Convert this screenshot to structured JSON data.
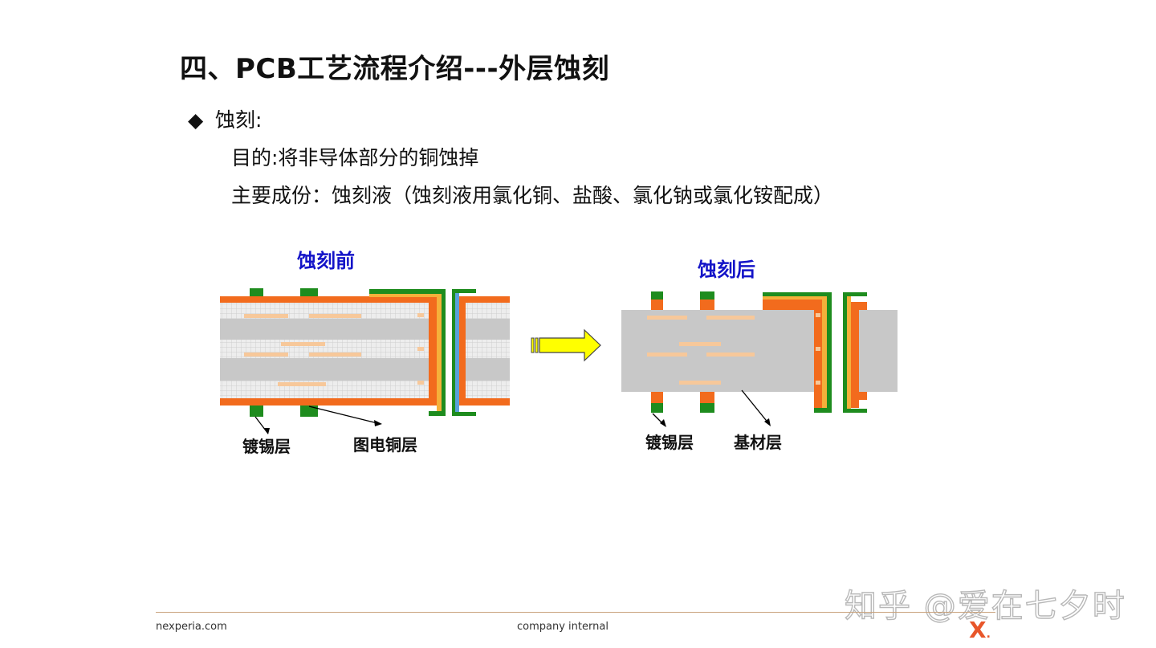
{
  "title": "四、PCB工艺流程介绍---外层蚀刻",
  "bullet": {
    "symbol": "◆",
    "heading": "蚀刻:",
    "purpose": "目的:将非导体部分的铜蚀掉",
    "composition": "主要成份：蚀刻液（蚀刻液用氯化铜、盐酸、氯化钠或氯化铵配成）"
  },
  "diagram": {
    "before": {
      "title": "蚀刻前",
      "label_tin": "镀锡层",
      "label_copper": "图电铜层"
    },
    "after": {
      "title": "蚀刻后",
      "label_tin": "镀锡层",
      "label_substrate": "基材层"
    },
    "colors": {
      "copper": "#f26b1d",
      "tin": "#1e8c1e",
      "substrate": "#c8c8c8",
      "inner_copper": "#f7c89a",
      "arrow": "#ffff00",
      "caption_blue": "#1414c8"
    }
  },
  "footer": {
    "left": "nexperia.com",
    "center": "company internal",
    "logo": "X",
    "logo_dot": "."
  },
  "watermark": "知乎 @爱在七夕时"
}
